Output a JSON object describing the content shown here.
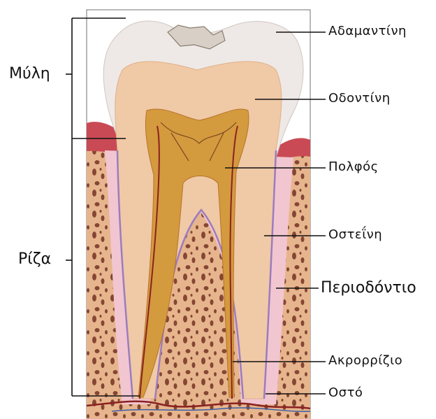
{
  "labels": {
    "crown": "Μύλη",
    "root": "Ρίζα",
    "enamel": "Αδαμαντίνη",
    "dentin": "Οδοντίνη",
    "pulp": "Πολφός",
    "cementum": "Οστεΐνη",
    "periodontium": "Περιοδόντιο",
    "apex": "Ακρορρίζιο",
    "bone": "Οστό"
  },
  "colors": {
    "enamel": "#eee9e6",
    "dentin": "#f0c9a6",
    "pulp": "#d49a3e",
    "bone": "#e7b58d",
    "bone_pores": "#7a3a2a",
    "gum": "#c94a55",
    "periodontium": "#f1c6d0",
    "cementum_line": "#9c7cbf",
    "nerve": "#8a2222",
    "frame": "#888888"
  }
}
